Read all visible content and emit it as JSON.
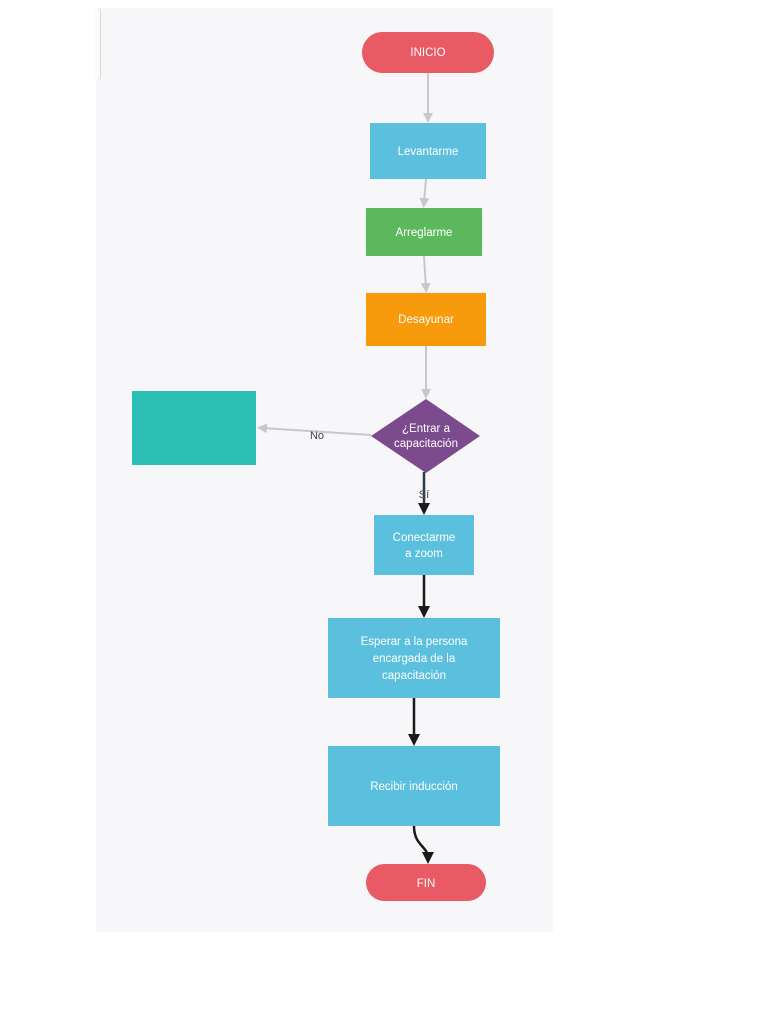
{
  "colors": {
    "terminal": "#e85a64",
    "step_blue": "#5bc0de",
    "step_green": "#5cb85c",
    "step_orange": "#f79a0b",
    "decision": "#7b4b8e",
    "teal_box": "#2cbfb5",
    "light_edge": "#c8c8cc",
    "dark_edge": "#1a1a1a"
  },
  "nodes": {
    "start": {
      "label": "INICIO",
      "shape": "terminal"
    },
    "step1": {
      "label": "Levantarme",
      "shape": "process"
    },
    "step2": {
      "label": "Arreglarme",
      "shape": "process"
    },
    "step3": {
      "label": "Desayunar",
      "shape": "process"
    },
    "decision": {
      "line1": "¿Entrar a",
      "line2": "capacitación",
      "shape": "decision"
    },
    "no_branch": {
      "label": "",
      "shape": "process"
    },
    "step4": {
      "line1": "Conectarme",
      "line2": "a zoom",
      "shape": "process"
    },
    "step5": {
      "line1": "Esperar a la persona",
      "line2": "encargada de la",
      "line3": "capacitación",
      "shape": "process"
    },
    "step6": {
      "label": "Recibir inducción",
      "shape": "process"
    },
    "end": {
      "label": "FIN",
      "shape": "terminal"
    }
  },
  "edges": {
    "no_label": "No",
    "yes_label": "Sí"
  }
}
